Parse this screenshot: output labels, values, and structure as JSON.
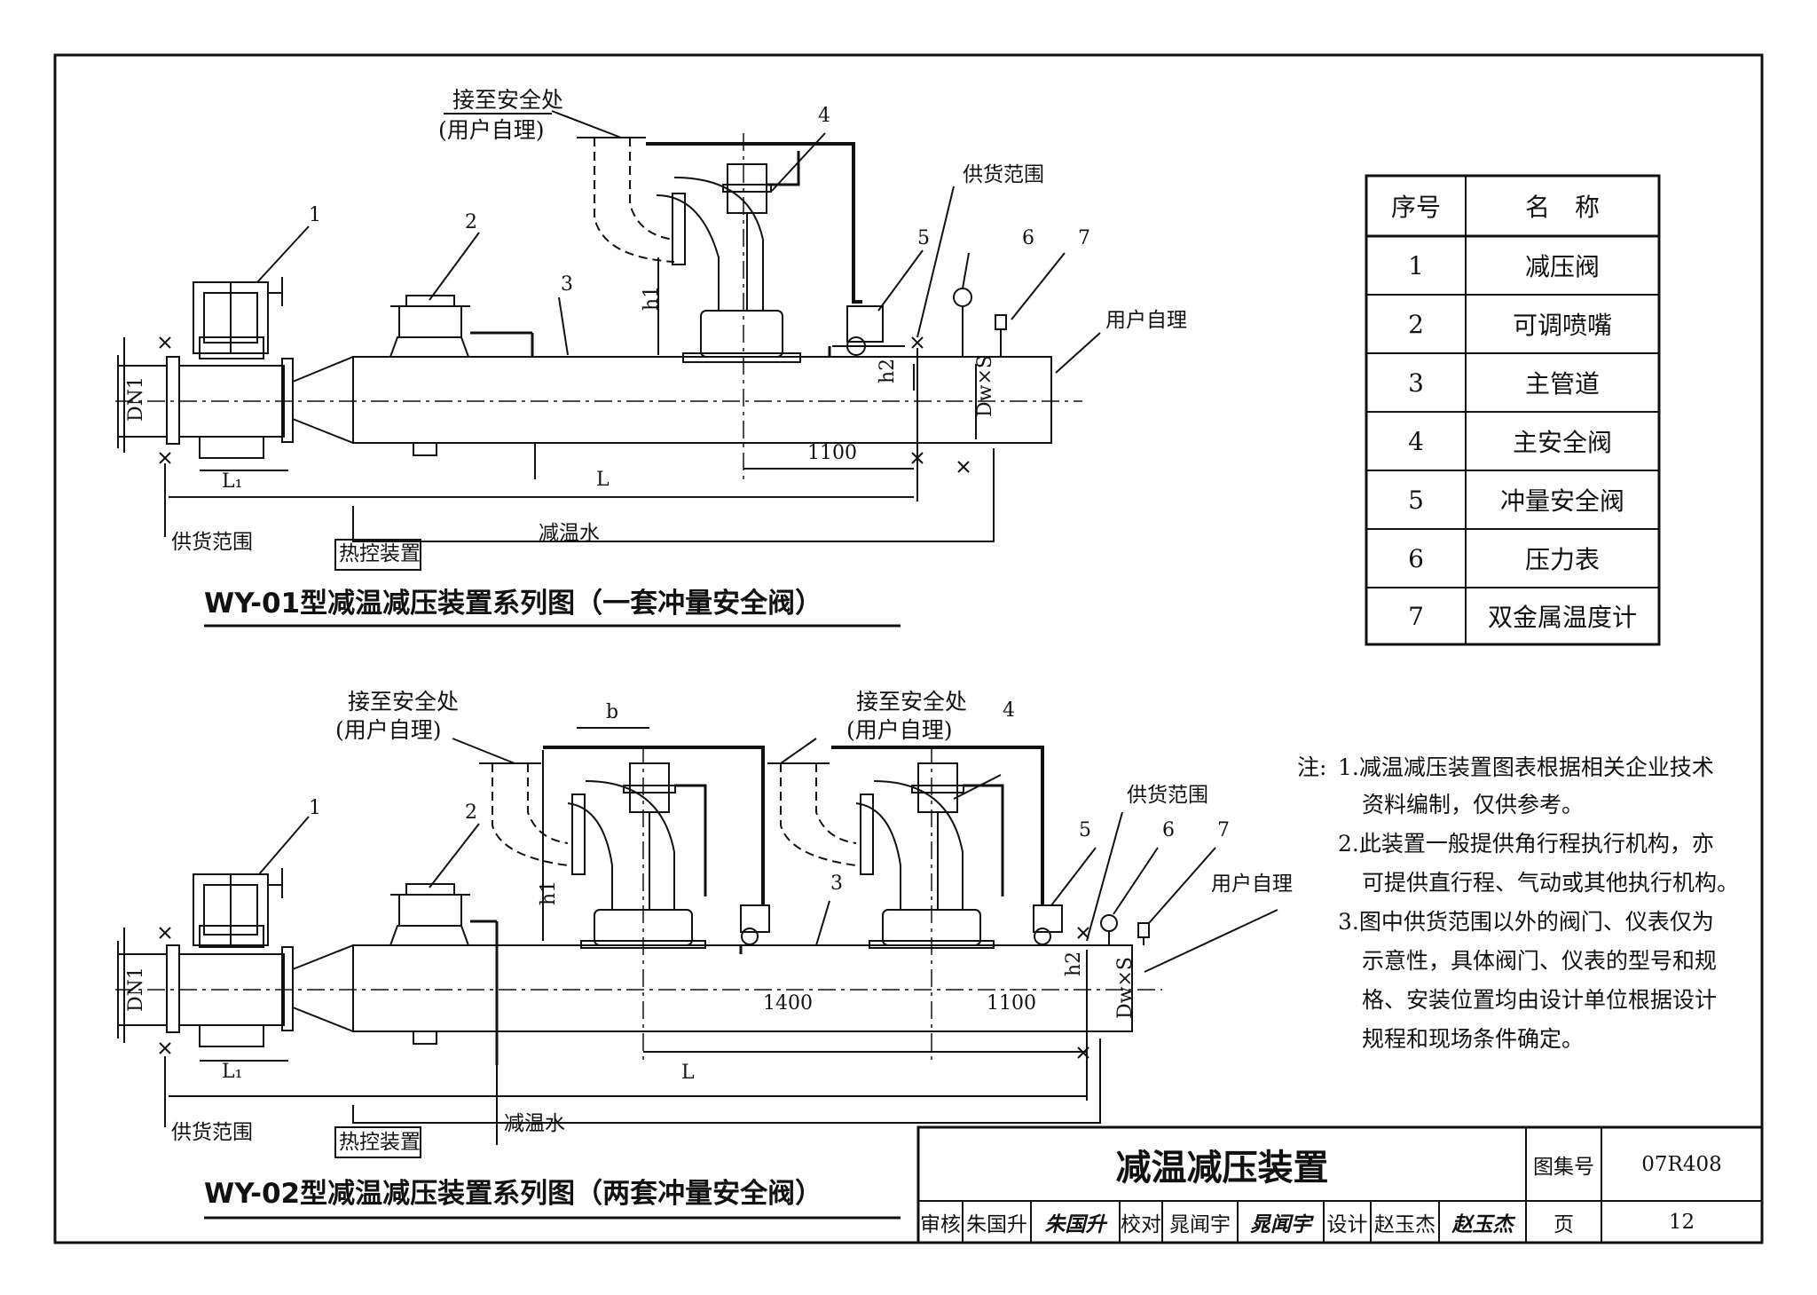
{
  "top_diagram": {
    "caption": "WY-01型减温减压装置系列图（一套冲量安全阀）",
    "safety_outlet": "接至安全处",
    "safety_outlet_note": "(用户自理)",
    "supply_scope_right": "供货范围",
    "supply_scope_left": "供货范围",
    "user_handled": "用户自理",
    "thermal_control": "热控装置",
    "desuperheat_water": "减温水",
    "dim_dn1": "DN1",
    "dim_l1": "L₁",
    "dim_l": "L",
    "dim_1100": "1100",
    "dim_h1": "h1",
    "dim_h2": "h2",
    "dim_dws": "Dw×S",
    "callouts": [
      "1",
      "2",
      "3",
      "4",
      "5",
      "6",
      "7"
    ]
  },
  "bottom_diagram": {
    "caption": "WY-02型减温减压装置系列图（两套冲量安全阀）",
    "safety_outlet": "接至安全处",
    "safety_outlet_note": "(用户自理)",
    "supply_scope_right": "供货范围",
    "supply_scope_left": "供货范围",
    "user_handled": "用户自理",
    "thermal_control": "热控装置",
    "desuperheat_water": "减温水",
    "dim_b": "b",
    "dim_dn1": "DN1",
    "dim_l1": "L₁",
    "dim_l": "L",
    "dim_1400": "1400",
    "dim_1100": "1100",
    "dim_h1": "h1",
    "dim_h2": "h2",
    "dim_dws": "Dw×S",
    "callouts": [
      "1",
      "2",
      "3",
      "4",
      "5",
      "6",
      "7"
    ]
  },
  "legend": {
    "header_no": "序号",
    "header_name": "名　称",
    "rows": [
      {
        "no": "1",
        "name": "减压阀"
      },
      {
        "no": "2",
        "name": "可调喷嘴"
      },
      {
        "no": "3",
        "name": "主管道"
      },
      {
        "no": "4",
        "name": "主安全阀"
      },
      {
        "no": "5",
        "name": "冲量安全阀"
      },
      {
        "no": "6",
        "name": "压力表"
      },
      {
        "no": "7",
        "name": "双金属温度计"
      }
    ]
  },
  "notes": {
    "prefix": "注:",
    "lines": [
      "1.减温减压装置图表根据相关企业技术",
      "资料编制，仅供参考。",
      "2.此装置一般提供角行程执行机构，亦",
      "可提供直行程、气动或其他执行机构。",
      "3.图中供货范围以外的阀门、仪表仅为",
      "示意性，具体阀门、仪表的型号和规",
      "格、安装位置均由设计单位根据设计",
      "规程和现场条件确定。"
    ]
  },
  "title_block": {
    "title": "减温减压装置",
    "atlas_label": "图集号",
    "atlas_no": "07R408",
    "page_label": "页",
    "page_no": "12",
    "review_label": "审核",
    "reviewer": "朱国升",
    "reviewer_sig": "朱国升",
    "check_label": "校对",
    "checker": "晁闻宇",
    "checker_sig": "晁闻宇",
    "design_label": "设计",
    "designer": "赵玉杰",
    "designer_sig": "赵玉杰"
  }
}
